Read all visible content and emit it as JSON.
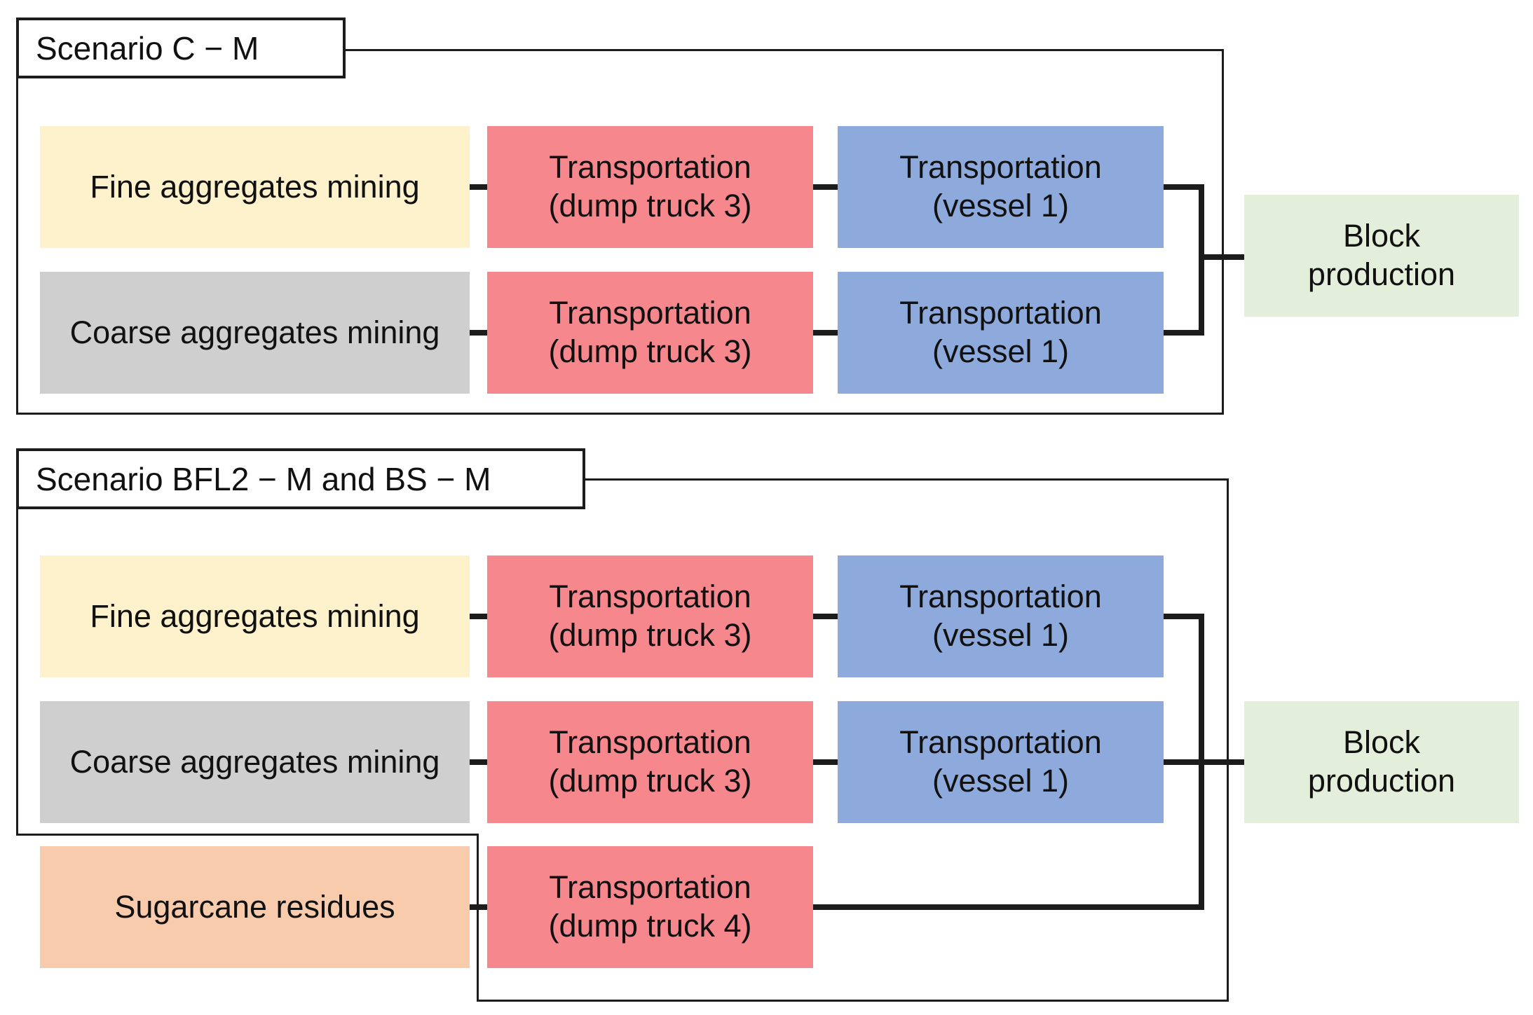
{
  "palette": {
    "line": "#1c1c1c",
    "fine_bg": "#fdf2cc",
    "coarse_bg": "#d0cfcf",
    "sugarcane_bg": "#f7cbac",
    "truck_bg": "#f6878d",
    "vessel_bg": "#8ea9db",
    "output_bg": "#e3efdb",
    "canvas_bg": "#ffffff"
  },
  "scenario1": {
    "title": "Scenario C − M",
    "rows": [
      {
        "source": "Fine aggregates mining",
        "truck_line1": "Transportation",
        "truck_line2": "(dump truck 3)",
        "vessel_line1": "Transportation",
        "vessel_line2": "(vessel 1)"
      },
      {
        "source": "Coarse aggregates mining",
        "truck_line1": "Transportation",
        "truck_line2": "(dump truck 3)",
        "vessel_line1": "Transportation",
        "vessel_line2": "(vessel 1)"
      }
    ],
    "output_line1": "Block",
    "output_line2": "production"
  },
  "scenario2": {
    "title": "Scenario BFL2 − M and BS − M",
    "rows": [
      {
        "source": "Fine aggregates mining",
        "truck_line1": "Transportation",
        "truck_line2": "(dump truck 3)",
        "vessel_line1": "Transportation",
        "vessel_line2": "(vessel 1)"
      },
      {
        "source": "Coarse aggregates mining",
        "truck_line1": "Transportation",
        "truck_line2": "(dump truck 3)",
        "vessel_line1": "Transportation",
        "vessel_line2": "(vessel 1)"
      },
      {
        "source": "Sugarcane residues",
        "truck_line1": "Transportation",
        "truck_line2": "(dump truck 4)"
      }
    ],
    "output_line1": "Block",
    "output_line2": "production"
  }
}
